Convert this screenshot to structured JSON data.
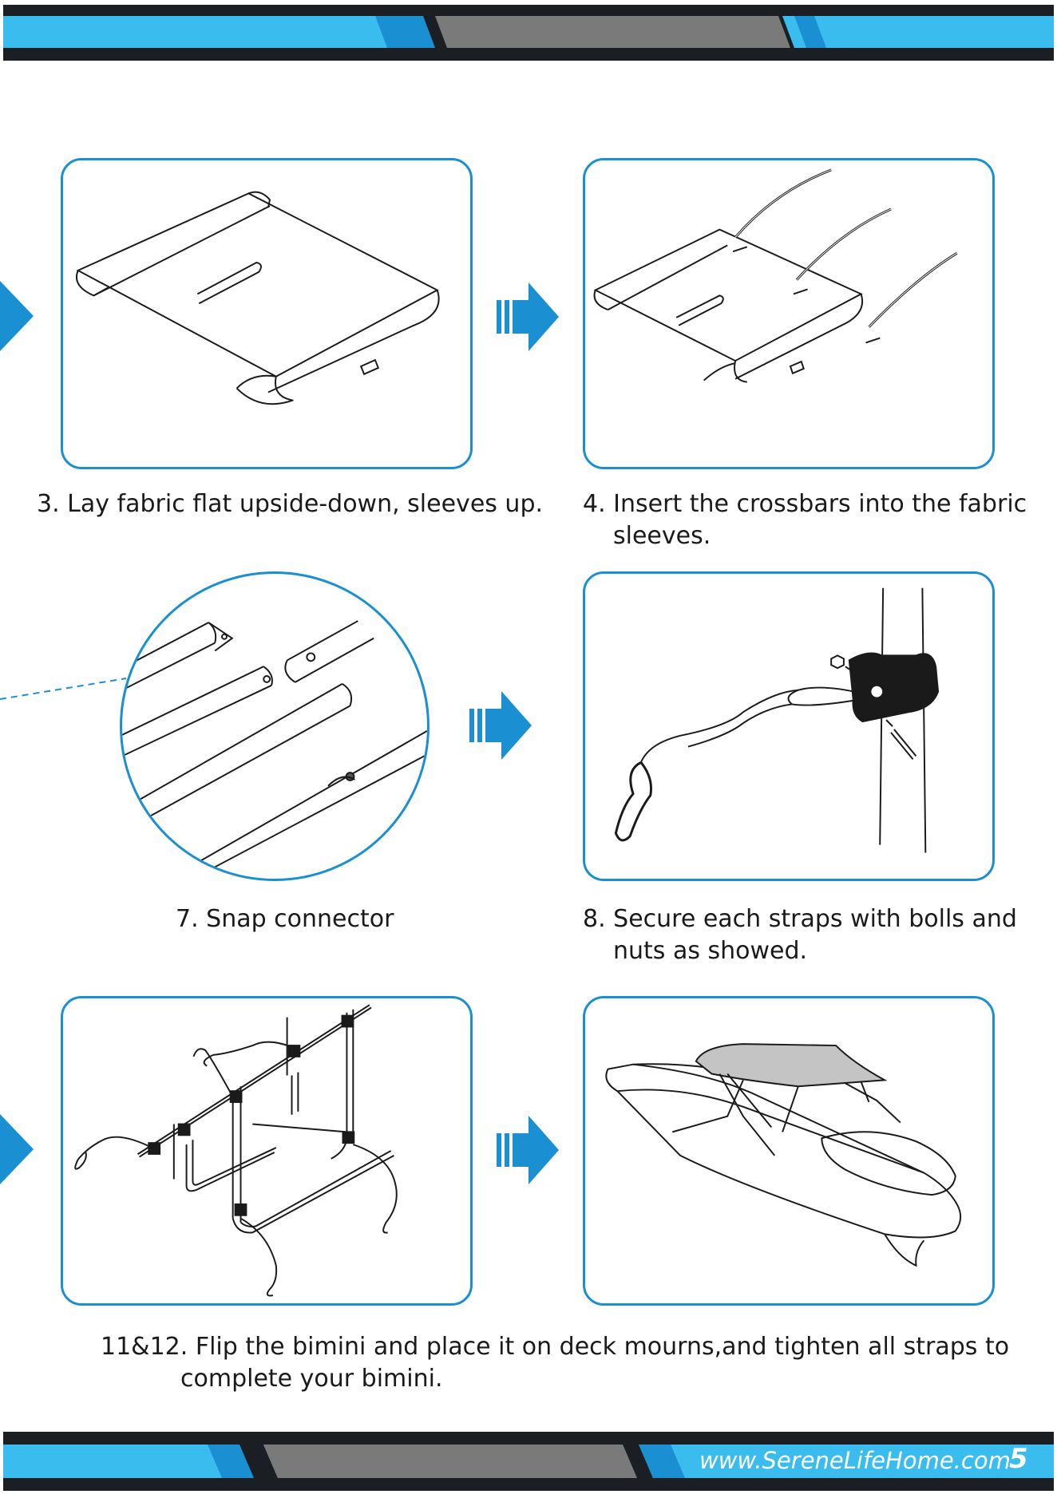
{
  "steps": {
    "step3": {
      "line1": "3. Lay fabric flat upside-down, sleeves up."
    },
    "step4": {
      "line1": "4. Insert the crossbars into the fabric",
      "line2": "sleeves."
    },
    "step7": {
      "line1": "7. Snap connector"
    },
    "step8": {
      "line1": "8. Secure each straps with bolls and",
      "line2": "nuts as showed."
    },
    "step11": {
      "line1": "11&12. Flip the bimini and place it on deck mourns,and tighten all straps to",
      "line2": "complete your bimini."
    }
  },
  "footer": {
    "url": "www.SereneLifeHome.com",
    "page_number": "5"
  },
  "colors": {
    "accent_blue": "#1a8fd1",
    "band_light_blue": "#3bbcee",
    "band_dark": "#1b1f24",
    "band_gray": "#7a7a7a",
    "canopy_gray": "#c4c4c4"
  },
  "icons": {
    "step_arrow": "right-arrow-icon",
    "edge_arrow": "triangle-right-icon"
  }
}
